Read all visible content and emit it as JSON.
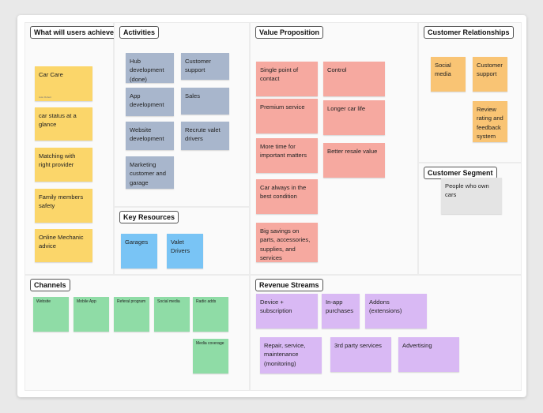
{
  "sections": {
    "users_achieve": "What will users achieve",
    "activities": "Activities",
    "key_resources": "Key Resources",
    "value_proposition": "Value Proposition",
    "customer_relationships": "Customer Relationships",
    "customer_segment": "Customer Segment",
    "channels": "Channels",
    "revenue_streams": "Revenue Streams"
  },
  "users_achieve": {
    "notes": [
      "Car Care",
      "car status at a glance",
      "Matching with right provider",
      "Family members safety",
      "Online Mechanic advice"
    ],
    "car_care_sub": "Auto Robert"
  },
  "activities": {
    "notes": [
      "Hub development (done)",
      "Customer support",
      "App development",
      "Sales",
      "Website development",
      "Recrute valet drivers",
      "Marketing customer and garage"
    ]
  },
  "key_resources": {
    "notes": [
      "Garages",
      "Valet Drivers"
    ]
  },
  "value_proposition": {
    "notes": [
      "Single point of contact",
      "Control",
      "Premium service",
      "Longer car life",
      "More time for important matters",
      "Better resale value",
      "Car always in the best condition",
      "Big savings on parts, accessories, supplies, and services"
    ]
  },
  "customer_relationships": {
    "notes": [
      "Social media",
      "Customer support",
      "Review rating and feedback system"
    ]
  },
  "customer_segment": {
    "notes": [
      "People who own cars"
    ]
  },
  "channels": {
    "notes": [
      "Website",
      "Mobile App",
      "Referal program",
      "Social media",
      "Radio adds",
      "Media coverage"
    ]
  },
  "revenue_streams": {
    "notes": [
      "Device + subscription",
      "In-app purchases",
      "Addons (extensions)",
      "Repair, service, maintenance (monitoring)",
      "3rd party services",
      "Advertising"
    ]
  }
}
